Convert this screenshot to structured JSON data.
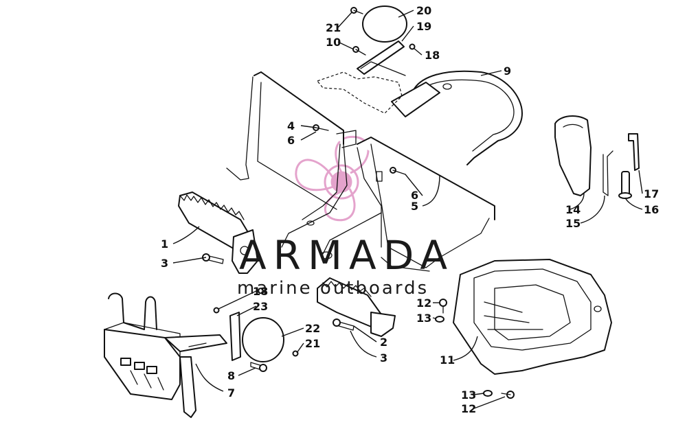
{
  "watermark": {
    "title": "ARMADA",
    "subtitle": "marine outboards",
    "accent_color": "#e4a3cc"
  },
  "callouts": {
    "c1": "1",
    "c2": "2",
    "c3a": "3",
    "c3b": "3",
    "c4": "4",
    "c5": "5",
    "c6a": "6",
    "c6b": "6",
    "c7": "7",
    "c8": "8",
    "c9": "9",
    "c10": "10",
    "c11": "11",
    "c12a": "12",
    "c12b": "12",
    "c13a": "13",
    "c13b": "13",
    "c14": "14",
    "c15": "15",
    "c16": "16",
    "c17": "17",
    "c18a": "18",
    "c18b": "18",
    "c19": "19",
    "c20": "20",
    "c21a": "21",
    "c21b": "21",
    "c22": "22",
    "c23": "23"
  }
}
